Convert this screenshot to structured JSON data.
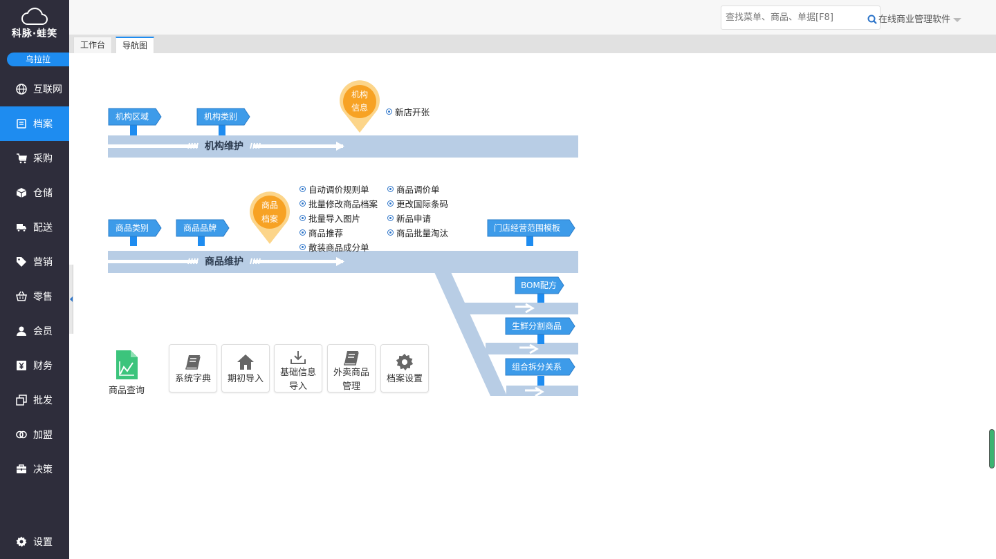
{
  "app": {
    "logo_text": "科脉·蛙笑",
    "user": "乌拉拉"
  },
  "sidebar": {
    "items": [
      {
        "label": "互联网",
        "icon": "globe-icon"
      },
      {
        "label": "档案",
        "icon": "archive-icon",
        "active": true
      },
      {
        "label": "采购",
        "icon": "cart-icon"
      },
      {
        "label": "仓储",
        "icon": "box-icon"
      },
      {
        "label": "配送",
        "icon": "truck-icon"
      },
      {
        "label": "营销",
        "icon": "tag-icon"
      },
      {
        "label": "零售",
        "icon": "basket-icon"
      },
      {
        "label": "会员",
        "icon": "user-icon"
      },
      {
        "label": "财务",
        "icon": "yuan-icon"
      },
      {
        "label": "批发",
        "icon": "wholesale-icon"
      },
      {
        "label": "加盟",
        "icon": "rings-icon"
      },
      {
        "label": "决策",
        "icon": "briefcase-icon"
      }
    ],
    "settings": "设置"
  },
  "header": {
    "search_placeholder": "查找菜单、商品、单据[F8]",
    "software": "在线商业管理软件"
  },
  "tabs": [
    {
      "label": "工作台"
    },
    {
      "label": "导航图",
      "active": true
    }
  ],
  "org": {
    "flags": [
      "机构区域",
      "机构类别"
    ],
    "pin": [
      "机构",
      "信息"
    ],
    "options": [
      "新店开张"
    ],
    "road_label": "机构维护"
  },
  "goods": {
    "flags": [
      "商品类别",
      "商品品牌"
    ],
    "pin": [
      "商品",
      "档案"
    ],
    "options_col1": [
      "自动调价规则单",
      "批量修改商品档案",
      "批量导入图片",
      "商品推荐",
      "散装商品成分单"
    ],
    "options_col2": [
      "商品调价单",
      "更改国际条码",
      "新品申请",
      "商品批量淘汰"
    ],
    "right_flag": "门店经营范围模板",
    "road_label": "商品维护",
    "branches": [
      "BOM配方",
      "生鲜分割商品",
      "组合拆分关系"
    ]
  },
  "tools": {
    "goods_query": "商品查询",
    "items": [
      {
        "label": "系统字典",
        "icon": "book-icon"
      },
      {
        "label": "期初导入",
        "icon": "home-icon"
      },
      {
        "label": "基础信息导入",
        "icon": "download-icon"
      },
      {
        "label": "外卖商品管理",
        "icon": "book-icon"
      },
      {
        "label": "档案设置",
        "icon": "gear-icon"
      }
    ]
  },
  "colors": {
    "sidebar": "#2e2d3b",
    "accent": "#1e8cf0",
    "road": "#b8cde5",
    "flag": "#3d9be9",
    "pin": "#f7a224"
  }
}
